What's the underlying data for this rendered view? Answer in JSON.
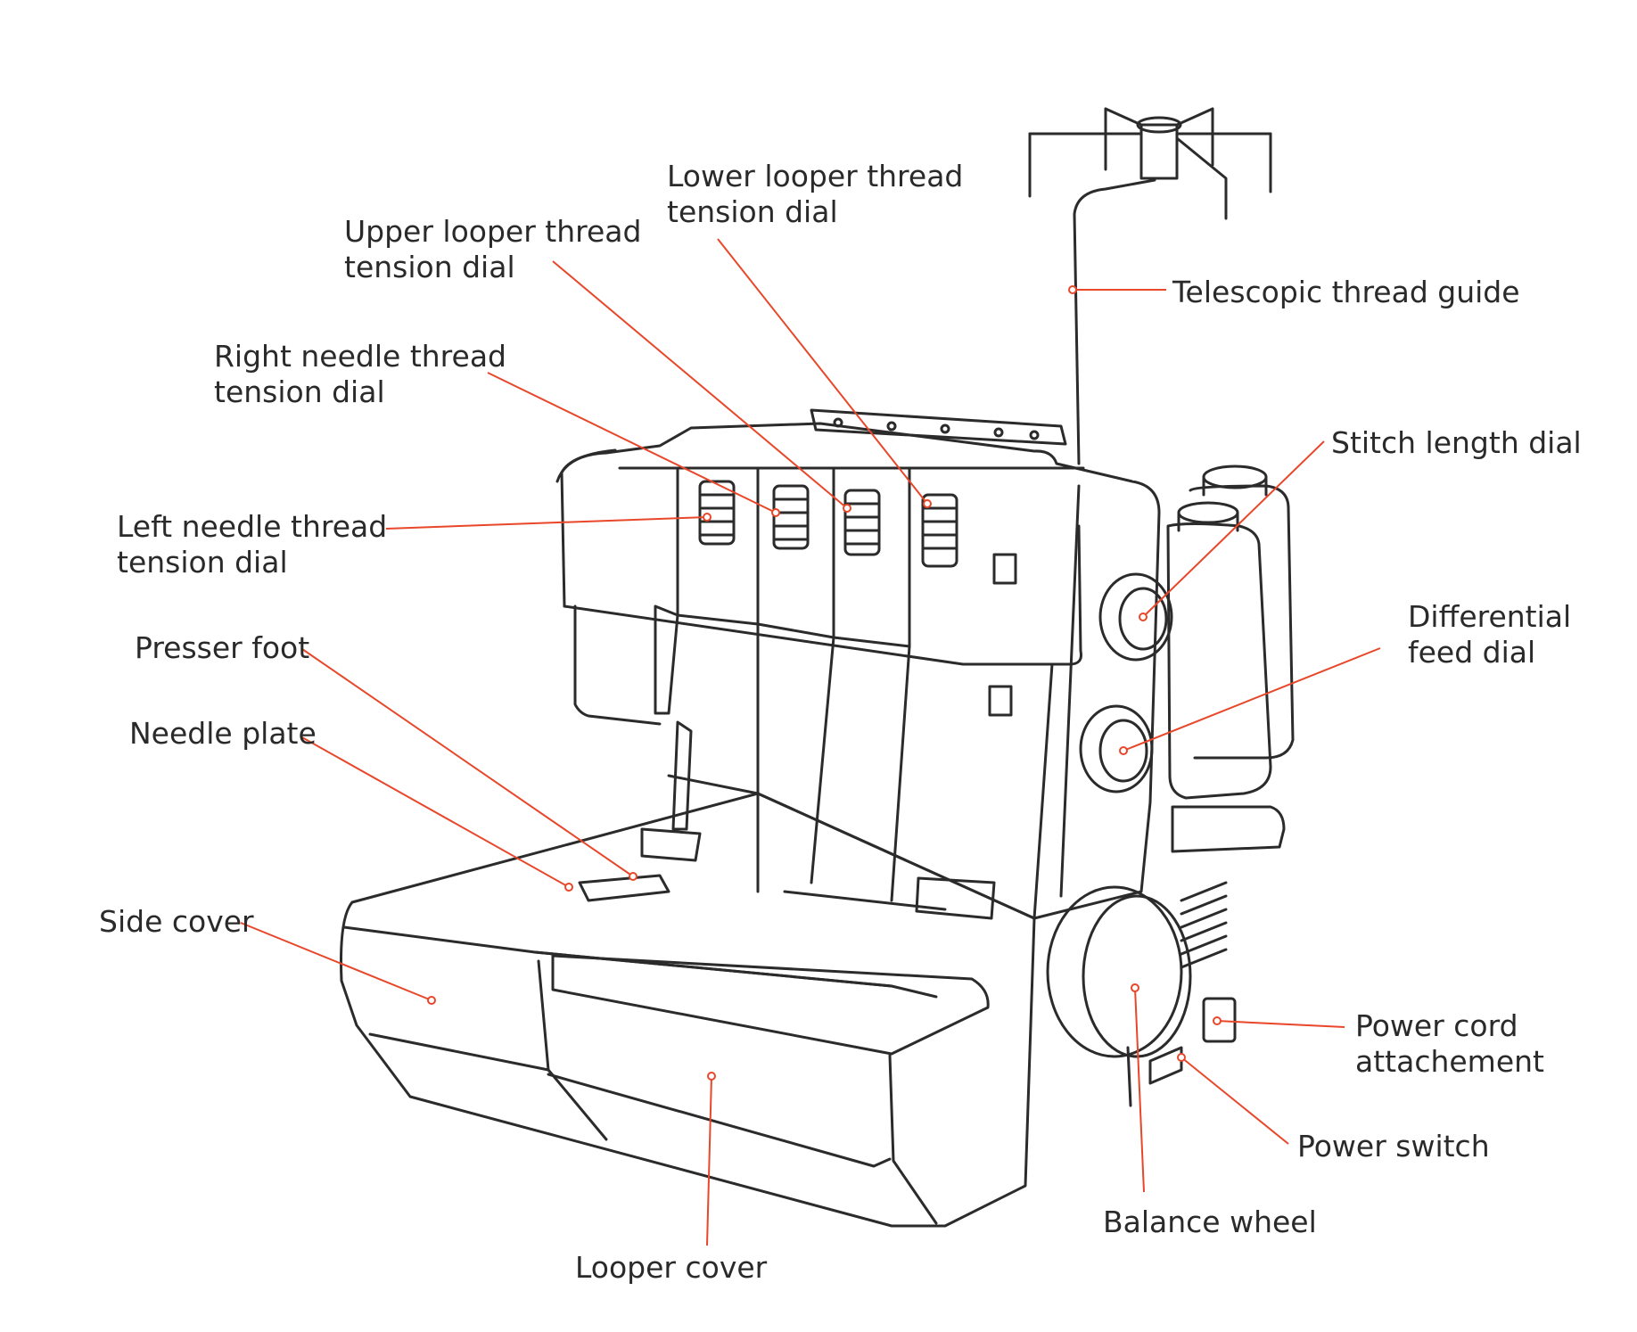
{
  "diagram": {
    "subject": "serger / overlock sewing machine",
    "leader_color": "#e8472a",
    "outline_color": "#2b2b2b",
    "labels": {
      "lower_looper": "Lower looper thread\ntension dial",
      "upper_looper": "Upper looper thread\ntension dial",
      "right_needle": "Right needle thread\ntension dial",
      "left_needle": "Left needle thread\ntension dial",
      "presser_foot": "Presser foot",
      "needle_plate": "Needle plate",
      "side_cover": "Side cover",
      "looper_cover": "Looper cover",
      "telescopic": "Telescopic thread guide",
      "stitch_length": "Stitch length dial",
      "differential": "Differential\nfeed dial",
      "power_cord": "Power cord\nattachement",
      "power_switch": "Power switch",
      "balance_wheel": "Balance wheel"
    }
  }
}
